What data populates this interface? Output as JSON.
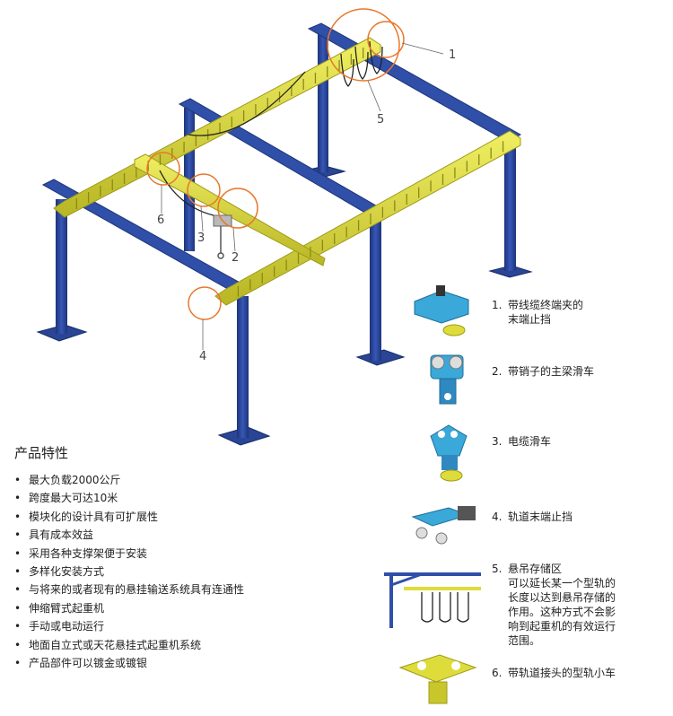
{
  "features": {
    "title": "产品特性",
    "items": [
      "最大负载2000公斤",
      "跨度最大可达10米",
      "模块化的设计具有可扩展性",
      "具有成本效益",
      "采用各种支撑架便于安装",
      "多样化安装方式",
      "与将来的或者现有的悬挂输送系统具有连通性",
      "伸缩臂式起重机",
      "手动或电动运行",
      "地面自立式或天花悬挂式起重机系统",
      "产品部件可以镀金或镀银"
    ]
  },
  "legend": [
    {
      "num": "1.",
      "text": "带线缆终端夹的\n末端止挡"
    },
    {
      "num": "2.",
      "text": "带销子的主梁滑车"
    },
    {
      "num": "3.",
      "text": "电缆滑车"
    },
    {
      "num": "4.",
      "text": "轨道末端止挡"
    },
    {
      "num": "5.",
      "text": "悬吊存储区\n可以延长某一个型轨的\n长度以达到悬吊存储的\n作用。这种方式不会影\n响到起重机的有效运行\n范围。"
    },
    {
      "num": "6.",
      "text": "带轨道接头的型轨小车"
    }
  ],
  "callouts": [
    "1",
    "2",
    "3",
    "4",
    "5",
    "6"
  ],
  "colors": {
    "blue": "#2f4fa8",
    "blue_dark": "#1e3478",
    "yellow": "#dedc3a",
    "yellow_dark": "#9e9c1a",
    "orange": "#e8772b",
    "cyan": "#3aa8d8"
  }
}
